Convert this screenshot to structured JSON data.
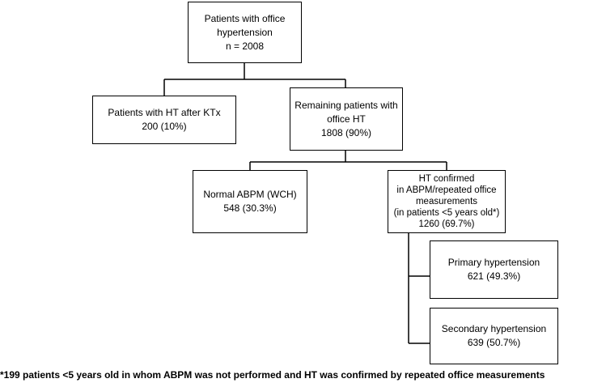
{
  "nodes": {
    "root": {
      "lines": [
        "Patients with office",
        "hypertension",
        "n = 2008"
      ]
    },
    "after_ktx": {
      "lines": [
        "Patients with HT after KTx",
        "200 (10%)"
      ]
    },
    "remaining": {
      "lines": [
        "Remaining patients with",
        "office HT",
        "1808 (90%)"
      ]
    },
    "normal_abpm": {
      "lines": [
        "Normal ABPM (WCH)",
        "548 (30.3%)"
      ]
    },
    "confirmed": {
      "lines": [
        "HT confirmed",
        "in ABPM/repeated office",
        "measurements",
        "(in patients <5 years old*)",
        "1260 (69.7%)"
      ]
    },
    "primary": {
      "lines": [
        "Primary hypertension",
        "621 (49.3%)"
      ]
    },
    "secondary": {
      "lines": [
        "Secondary hypertension",
        "639 (50.7%)"
      ]
    }
  },
  "footnote": "*199 patients <5 years old in whom ABPM was not performed and HT was confirmed by repeated office measurements",
  "colors": {
    "line": "#000000",
    "box_border": "#000000",
    "background": "#ffffff"
  }
}
